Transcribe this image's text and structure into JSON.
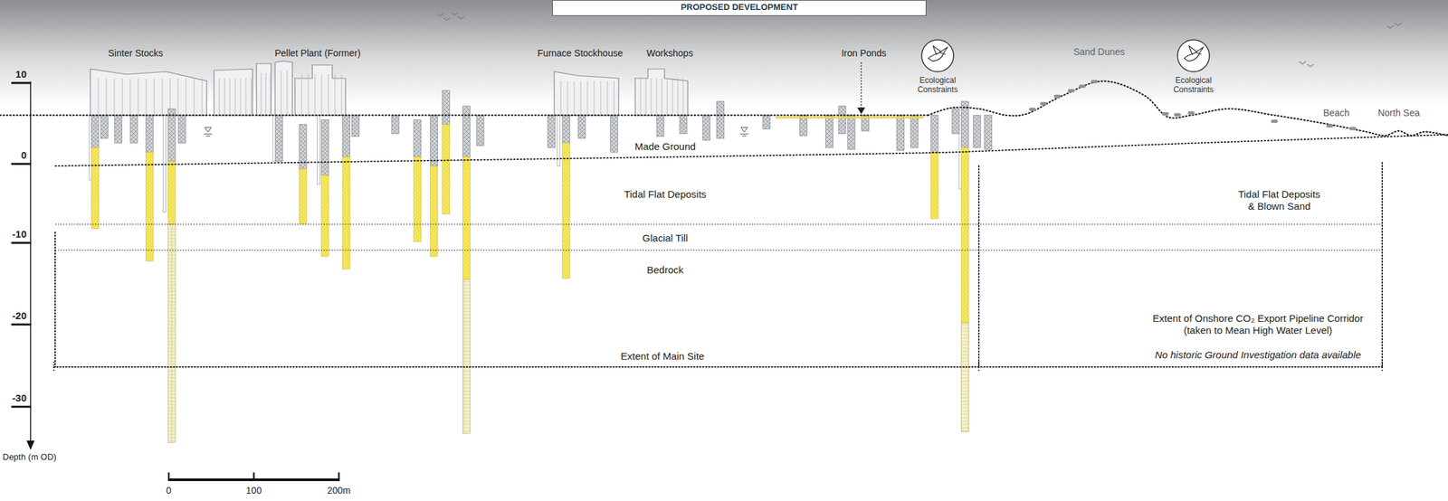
{
  "diagram": {
    "nodes": [
      {
        "text": [
          "PROPOSED DEVELOPMENT"
        ]
      },
      {
        "text": [
          "Ecological Constraints"
        ]
      },
      {
        "text": [
          "Ecological Constraints"
        ]
      }
    ],
    "labels": [
      "Sinter Stocks",
      "Pellet Plant (Former)",
      "Furnace Stockhouse",
      "Workshops",
      "Iron Ponds",
      "Sand Dunes",
      "Beach",
      "North Sea",
      "10",
      "Made Ground",
      "0",
      "Tidal Flat Deposits",
      "Tidal Flat Deposits & Blown Sand",
      "-10",
      "Glacial Till",
      "Bedrock",
      "-20",
      "Extent of Onshore CO₂ Export Pipeline Corridor (taken to Mean High Water Level)",
      "No historic Ground Investigation data available",
      "Extent of Main Site",
      "-30",
      "Depth (m OD)",
      "0",
      "100",
      "200m"
    ]
  }
}
